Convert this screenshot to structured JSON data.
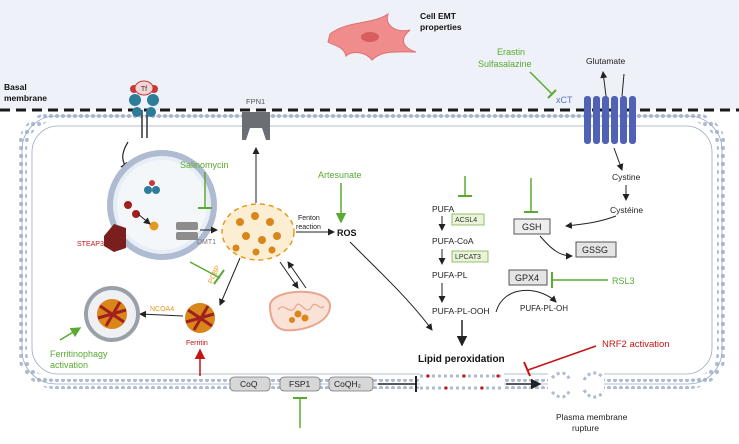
{
  "top": {
    "cell_emt": "Cell EMT properties",
    "basal_membrane": "Basal membrane"
  },
  "iron_uptake": {
    "tf": "Tf",
    "steap3": "STEAP3",
    "dmt1": "DMT1",
    "fpn1": "FPN1",
    "salinomycin": "Salinomycin",
    "pcbp": "PCBP",
    "ncoa4": "NCOA4",
    "ferritin": "Ferritin",
    "ferritinophagy": "Ferritinophagy activation"
  },
  "ros": {
    "fenton": "Fenton reaction",
    "ros": "ROS",
    "artesunate": "Artesunate"
  },
  "lipid": {
    "pufa": "PUFA",
    "acsl4": "ACSL4",
    "pufa_coa": "PUFA-CoA",
    "lpcat3": "LPCAT3",
    "pufa_pl": "PUFA-PL",
    "pufa_pl_ooh": "PUFA-PL-OOH",
    "pufa_pl_oh": "PUFA-PL-OH",
    "lipid_perox": "Lipid peroxidation"
  },
  "gsh": {
    "erastin": "Erastin",
    "sulfasalazine": "Sulfasalazine",
    "xct": "xCT",
    "glutamate": "Glutamate",
    "cystine": "Cystine",
    "cysteine": "Cystéine",
    "gsh": "GSH",
    "gssg": "GSSG",
    "gpx4": "GPX4",
    "rsl3": "RSL3"
  },
  "bottom": {
    "coq": "CoQ",
    "fsp1": "FSP1",
    "coqh2": "CoQH₂",
    "nrf2": "NRF2 activation",
    "rupture_1": "Plasma membrane",
    "rupture_2": "rupture"
  },
  "colors": {
    "green": "#5aaa32",
    "red": "#c41414",
    "iron_orange": "#e49a1f",
    "membrane_blue": "#9aa9c2",
    "xct_blue": "#5a74c8"
  }
}
